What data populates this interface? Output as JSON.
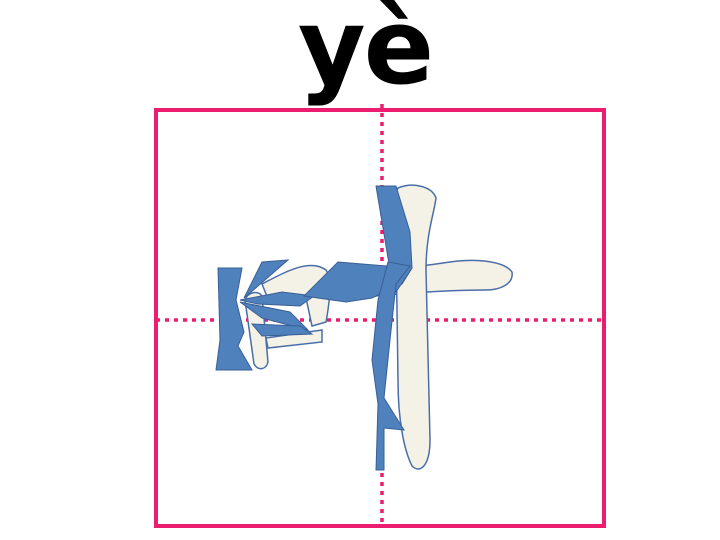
{
  "lesson": {
    "pinyin": "yè",
    "character": "叶"
  },
  "colors": {
    "grid_border": "#ec1c6e",
    "grid_guides": "#ec1c6e",
    "character_fill": "#f4f1e6",
    "character_outline": "#4a6ea8",
    "stroke_overlay": "#4f81bd"
  },
  "icons": {
    "character_art": "hanzi-ye-calligraphy"
  }
}
